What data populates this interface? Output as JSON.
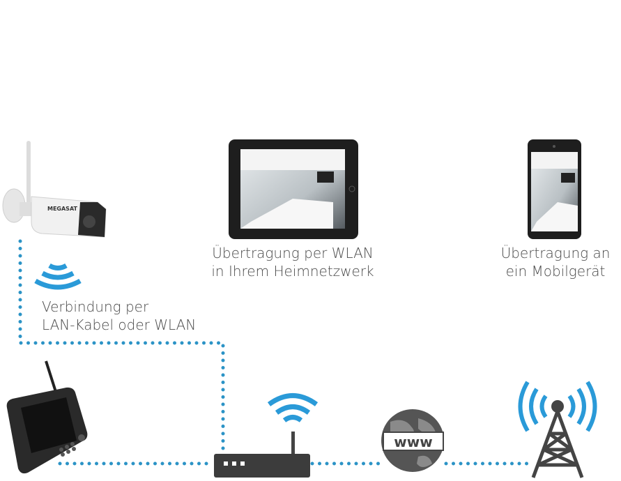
{
  "captions": {
    "tablet": [
      "Übertragung per WLAN",
      "in Ihrem Heimnetzwerk"
    ],
    "phone": [
      "Übertragung an",
      "ein Mobilgerät"
    ],
    "camera": [
      "Verbindung per",
      "LAN-Kabel oder WLAN"
    ]
  },
  "labels": {
    "camera_brand": "MEGASAT",
    "globe_text": "www"
  },
  "colors": {
    "accent_blue": "#2a9ad8",
    "dots": "#2b93c6",
    "device_dark": "#3a3a3a"
  },
  "icons": [
    "camera",
    "wifi-icon",
    "monitor",
    "router",
    "globe-icon",
    "cell-tower-icon",
    "tablet",
    "smartphone"
  ]
}
